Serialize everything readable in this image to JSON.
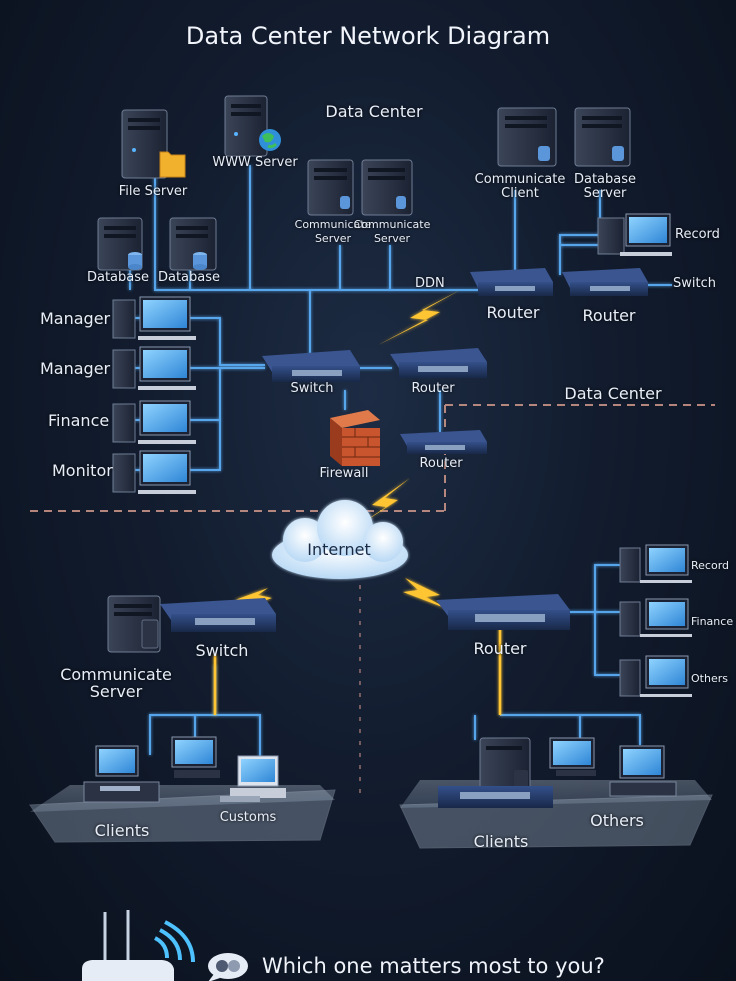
{
  "title": "Data Center Network Diagram",
  "footer": {
    "question": "Which one matters most to you?"
  },
  "zones": {
    "top_label": "Data Center",
    "right_label": "Data Center"
  },
  "labels": {
    "www_server": "WWW Server",
    "file_server": "File Server",
    "communicate_server_1": "Communicate\nServer",
    "communicate_server_2": "Communicate\nServer",
    "communicate_client": "Communicate\nClient",
    "database_server": "Database\nServer",
    "database_1": "Database",
    "database_2": "Database",
    "record_top": "Record",
    "ddn": "DDN",
    "switch_top_right": "Switch",
    "router_top_1": "Router",
    "router_top_2": "Router",
    "manager_1": "Manager",
    "manager_2": "Manager",
    "finance_left": "Finance",
    "monitor": "Monitor",
    "switch_center": "Switch",
    "router_center": "Router",
    "firewall": "Firewall",
    "router_firewall": "Router",
    "internet": "Internet",
    "communicate_server_bottom": "Communicate\nServer",
    "switch_bottom_left": "Switch",
    "router_bottom_right": "Router",
    "record_bottom": "Record",
    "finance_bottom": "Finance",
    "others_right": "Others",
    "clients_left": "Clients",
    "customs": "Customs",
    "clients_right": "Clients",
    "others_platform": "Others"
  },
  "colors": {
    "background": "#121c2e",
    "link_blue": "#5fb4ff",
    "link_yellow": "#ffc533",
    "zone_dash": "#d49a8c",
    "device_body": "#2b3750",
    "switch_body": "#23355f",
    "screen": "#5cb8f5",
    "firewall": "#c8552e"
  },
  "icons": [
    "server-icon",
    "database-icon",
    "globe-icon",
    "folder-icon",
    "switch-icon",
    "router-icon",
    "monitor-icon",
    "firewall-icon",
    "cloud-icon",
    "lightning-icon",
    "wifi-router-icon",
    "chat-bubble-icon",
    "laptop-icon",
    "printer-icon"
  ]
}
